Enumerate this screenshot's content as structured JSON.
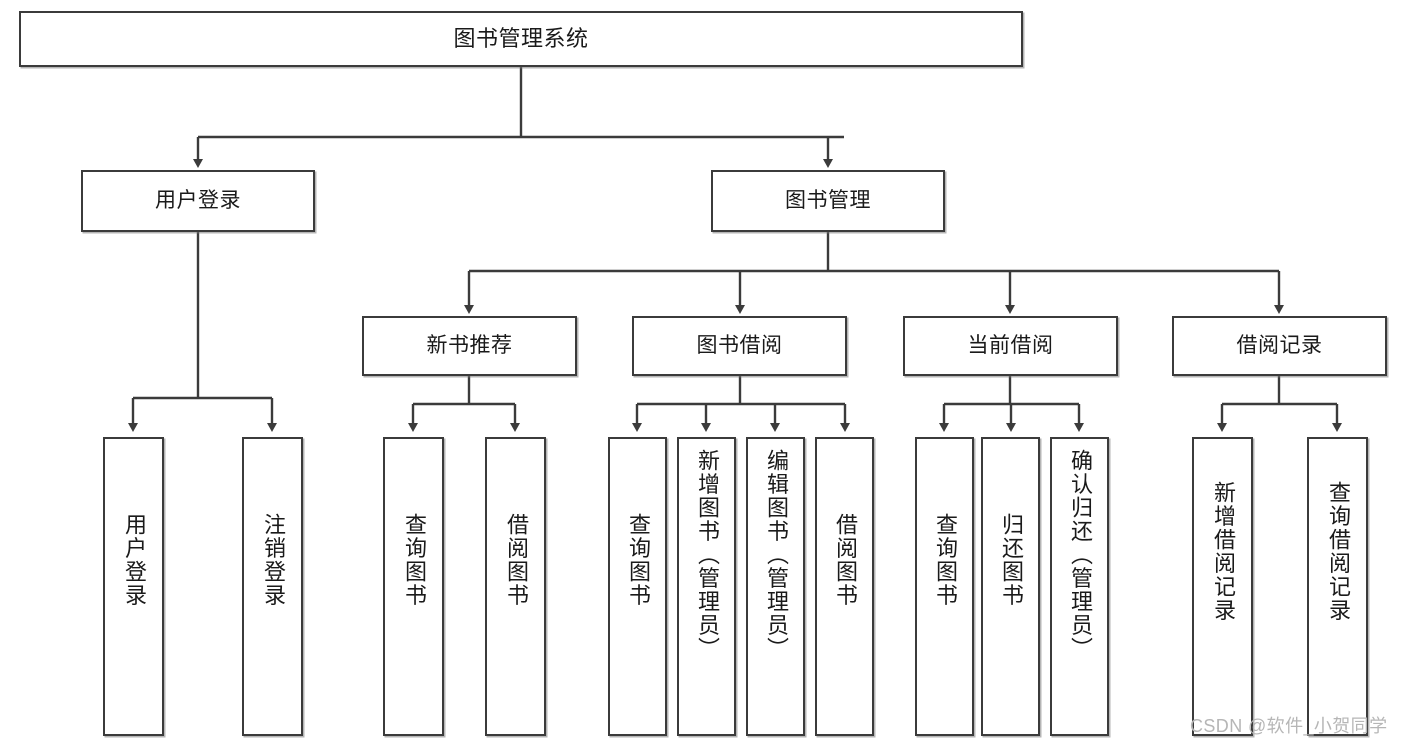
{
  "diagram": {
    "title": "图书管理系统",
    "type": "hierarchy-tree",
    "root": {
      "id": "root",
      "label": "图书管理系统"
    },
    "level2": [
      {
        "id": "user-login",
        "label": "用户登录"
      },
      {
        "id": "book-management",
        "label": "图书管理"
      }
    ],
    "level3": [
      {
        "id": "new-book-recommend",
        "label": "新书推荐",
        "parent": "book-management"
      },
      {
        "id": "book-borrow",
        "label": "图书借阅",
        "parent": "book-management"
      },
      {
        "id": "current-borrow",
        "label": "当前借阅",
        "parent": "book-management"
      },
      {
        "id": "borrow-record",
        "label": "借阅记录",
        "parent": "book-management"
      }
    ],
    "leaves": {
      "user-login": [
        {
          "id": "leaf-user-login",
          "label": "用户登录"
        },
        {
          "id": "leaf-logout-login",
          "label": "注销登录"
        }
      ],
      "new-book-recommend": [
        {
          "id": "leaf-query-book-1",
          "label": "查询图书"
        },
        {
          "id": "leaf-borrow-book-1",
          "label": "借阅图书"
        }
      ],
      "book-borrow": [
        {
          "id": "leaf-query-book-2",
          "label": "查询图书"
        },
        {
          "id": "leaf-add-book-admin",
          "label": "新增图书（管理员）"
        },
        {
          "id": "leaf-edit-book-admin",
          "label": "编辑图书（管理员）"
        },
        {
          "id": "leaf-borrow-book-2",
          "label": "借阅图书"
        }
      ],
      "current-borrow": [
        {
          "id": "leaf-query-book-3",
          "label": "查询图书"
        },
        {
          "id": "leaf-return-book",
          "label": "归还图书"
        },
        {
          "id": "leaf-confirm-return-admin",
          "label": "确认归还（管理员）"
        }
      ],
      "borrow-record": [
        {
          "id": "leaf-add-borrow-record",
          "label": "新增借阅记录"
        },
        {
          "id": "leaf-query-borrow-record",
          "label": "查询借阅记录"
        }
      ]
    }
  },
  "watermark": {
    "text": "CSDN @软件_小贺同学"
  },
  "colors": {
    "border": "#3b3b3b",
    "text": "#1a1a1a",
    "background": "#ffffff",
    "watermark": "#b6b6b6"
  }
}
